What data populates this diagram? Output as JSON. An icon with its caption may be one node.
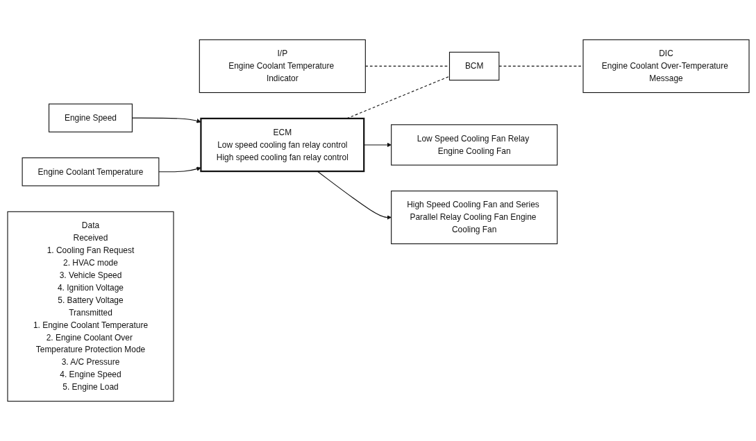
{
  "diagram": {
    "nodes": [
      {
        "text": [
          "ECM",
          "Low speed cooling fan relay control",
          "High speed cooling fan relay control"
        ]
      },
      {
        "text": [
          "Engine Coolant Temperature"
        ]
      },
      {
        "text": [
          "Engine Speed"
        ]
      },
      {
        "text": [
          "I/P",
          "Engine Coolant Temperature Indicator"
        ]
      },
      {
        "text": [
          "BCM"
        ]
      },
      {
        "text": [
          "DIC",
          "Engine Coolant Over-Temperature Message"
        ]
      },
      {
        "text": [
          "Low Speed Cooling Fan Relay Engine Cooling Fan"
        ]
      },
      {
        "text": [
          "High Speed Cooling Fan and Series Parallel Relay Cooling Fan Engine Cooling Fan"
        ]
      },
      {
        "text": [
          "Data",
          "Received",
          "1. Cooling Fan Request",
          "2. HVAC mode",
          "3. Vehicle Speed",
          "4. Ignition Voltage",
          "5. Battery Voltage",
          "Transmitted",
          "1. Engine Coolant Temperature",
          "2. Engine Coolant Over Temperature Protection Mode",
          "3. A/C Pressure",
          "4. Engine Speed",
          "5. Engine Load"
        ]
      }
    ],
    "edges": [
      {
        "from": 1,
        "to": 0,
        "arrow": "to"
      },
      {
        "from": 2,
        "to": 0,
        "arrow": "to"
      },
      {
        "from": 0,
        "to": 4,
        "arrow": "none",
        "style": "dashed"
      },
      {
        "from": 3,
        "to": 4,
        "arrow": "none",
        "style": "dashed"
      },
      {
        "from": 4,
        "to": 5,
        "arrow": "none",
        "style": "dashed"
      },
      {
        "from": 0,
        "to": 6,
        "arrow": "to"
      },
      {
        "from": 0,
        "to": 7,
        "arrow": "to"
      }
    ]
  }
}
